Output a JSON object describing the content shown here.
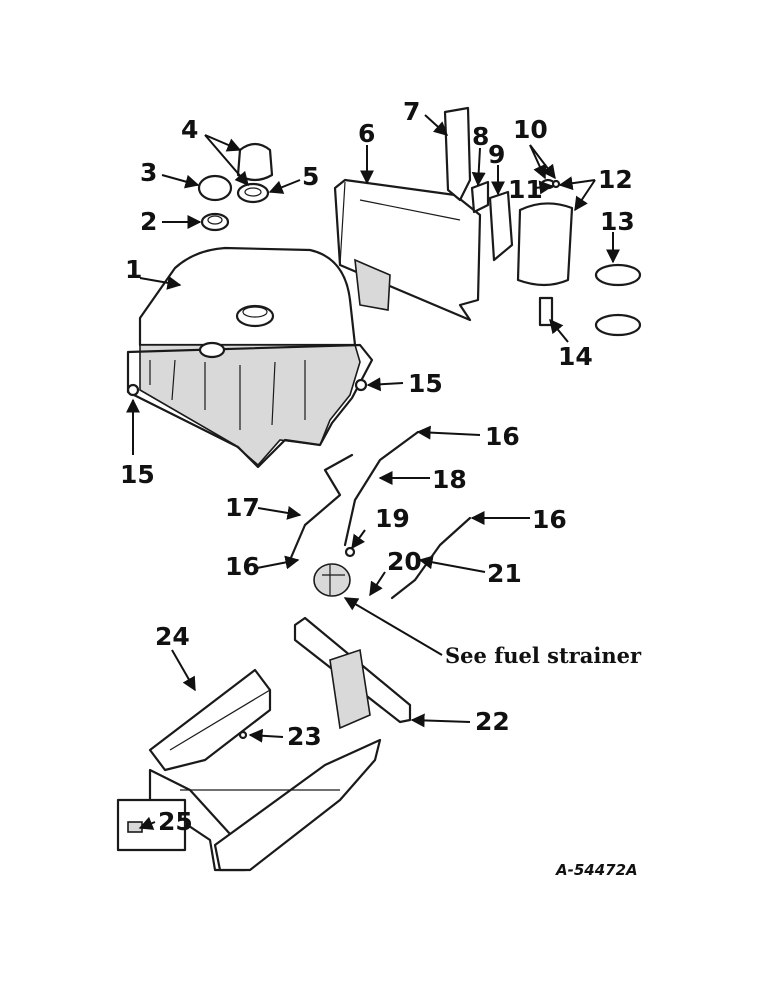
{
  "diagram": {
    "callouts": [
      "1",
      "2",
      "3",
      "4",
      "5",
      "6",
      "7",
      "8",
      "9",
      "10",
      "11",
      "12",
      "13",
      "14",
      "15",
      "16",
      "17",
      "18",
      "19",
      "20",
      "21",
      "22",
      "23",
      "24",
      "25"
    ],
    "note": "See fuel strainer",
    "drawing_code": "A-54472A",
    "colors": {
      "ink": "#1a1a1a",
      "paper": "#ffffff",
      "shade": "#d9d9d9"
    }
  }
}
